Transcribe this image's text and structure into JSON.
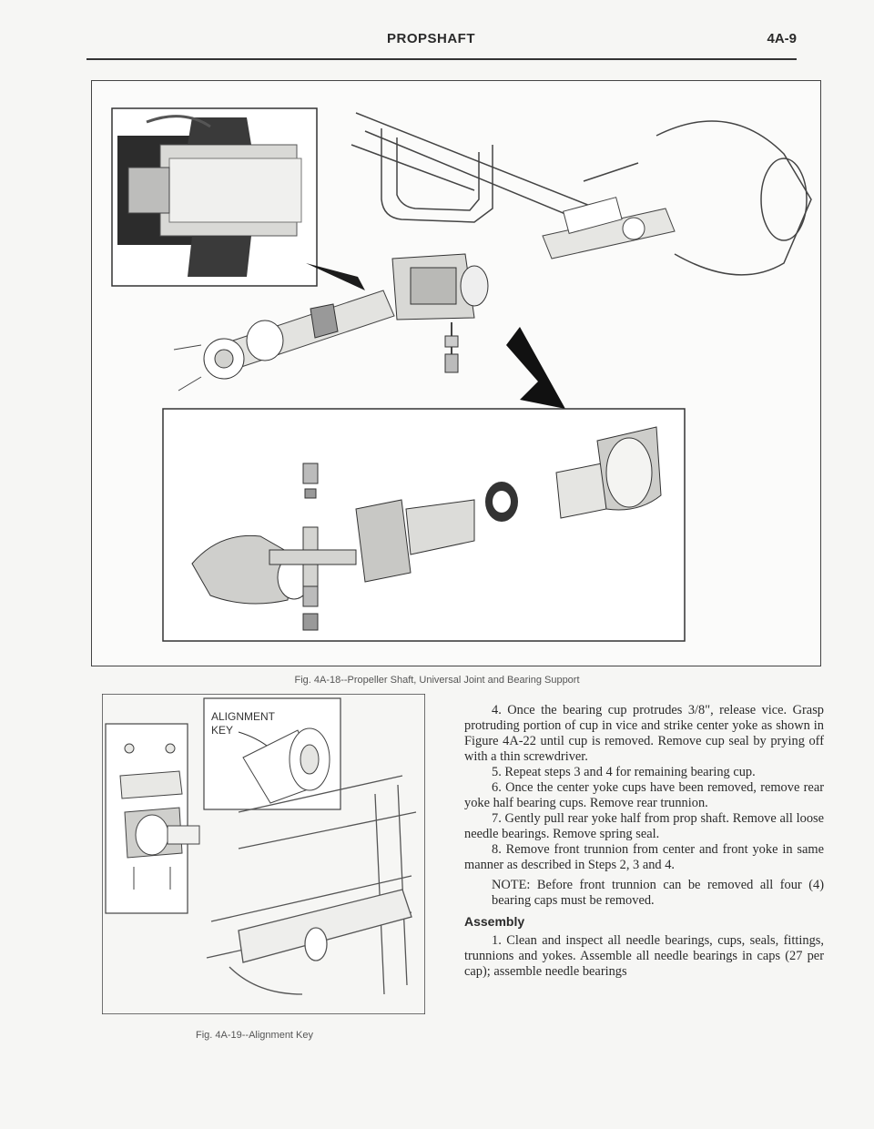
{
  "header": {
    "title": "PROPSHAFT",
    "page_number": "4A-9"
  },
  "figures": {
    "main_caption": "Fig. 4A-18--Propeller Shaft, Universal Joint and Bearing Support",
    "inset_caption": "Fig. 4A-19--Alignment Key",
    "callout_line1": "ALIGNMENT",
    "callout_line2": "KEY"
  },
  "body": {
    "p4": "4. Once the bearing cup protrudes 3/8\", release vice. Grasp protruding portion of cup in vice and strike center yoke as shown in Figure 4A-22 until cup is removed. Remove cup seal by prying off with a thin screwdriver.",
    "p5": "5. Repeat steps 3 and 4 for remaining bearing cup.",
    "p6": "6. Once the center yoke cups have been removed, remove rear yoke half bearing cups. Remove rear trunnion.",
    "p7": "7. Gently pull rear yoke half from prop shaft. Remove all loose needle bearings. Remove spring seal.",
    "p8": "8. Remove front trunnion from center and front yoke in same manner as described in Steps 2, 3 and 4.",
    "note": "NOTE: Before front trunnion can be removed all four (4) bearing caps must be removed.",
    "heading": "Assembly",
    "p_assembly": "1. Clean and inspect all needle bearings, cups, seals, fittings, trunnions and yokes. Assemble all needle bearings in caps (27 per cap); assemble needle bearings"
  }
}
